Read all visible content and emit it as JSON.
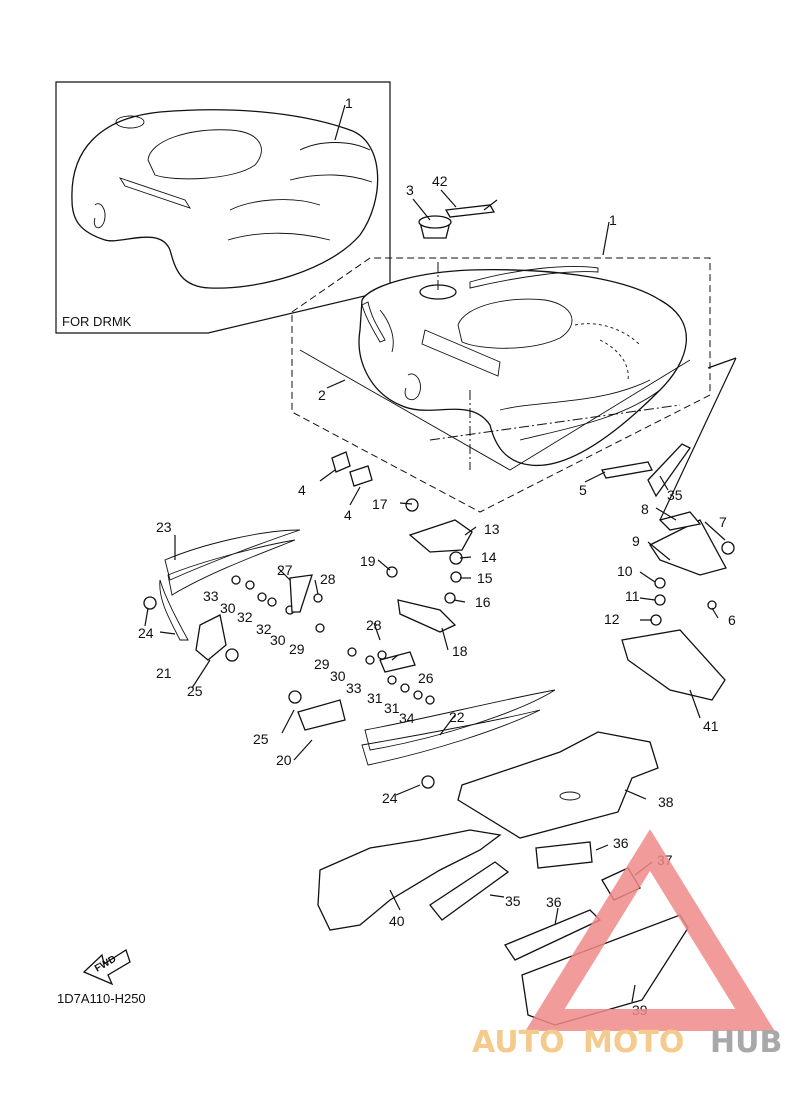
{
  "diagram": {
    "inset_label": "FOR DRMK",
    "fwd_label": "FWD",
    "part_code": "1D7A110-H250",
    "callouts": [
      "1",
      "1",
      "2",
      "3",
      "4",
      "4",
      "5",
      "6",
      "7",
      "8",
      "9",
      "10",
      "11",
      "12",
      "13",
      "14",
      "15",
      "16",
      "17",
      "18",
      "19",
      "20",
      "21",
      "22",
      "23",
      "24",
      "24",
      "25",
      "25",
      "26",
      "27",
      "28",
      "28",
      "29",
      "29",
      "30",
      "30",
      "30",
      "31",
      "31",
      "32",
      "32",
      "33",
      "33",
      "34",
      "35",
      "35",
      "36",
      "36",
      "37",
      "38",
      "39",
      "40",
      "41",
      "42"
    ]
  },
  "watermark": {
    "part1": "AUTO",
    "part2": "MOTO",
    "part3": "HUB",
    "triangle_color": "#f08a8a",
    "auto_color": "#f4c27a",
    "hub_color": "#9a9a9a"
  }
}
